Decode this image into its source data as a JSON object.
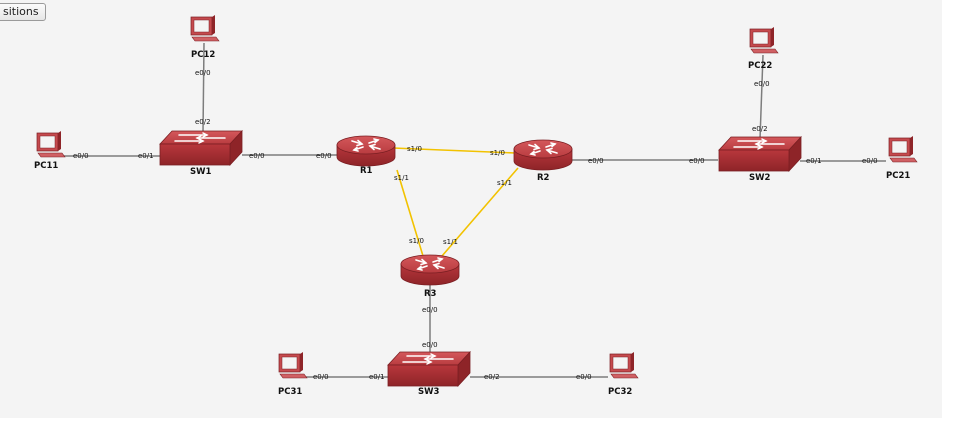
{
  "toolbar": {
    "positions_label": "sitions"
  },
  "colors": {
    "ethernet_link": "#7d7d7d",
    "serial_link": "#f2c200",
    "device_red": "#c9474a",
    "background": "#f4f4f4"
  },
  "devices": {
    "R1": "R1",
    "R2": "R2",
    "R3": "R3",
    "SW1": "SW1",
    "SW2": "SW2",
    "SW3": "SW3",
    "PC11": "PC11",
    "PC12": "PC12",
    "PC21": "PC21",
    "PC22": "PC22",
    "PC31": "PC31",
    "PC32": "PC32"
  },
  "links": {
    "pc12_sw1": {
      "a": "e0/0",
      "b": "e0/2"
    },
    "pc11_sw1": {
      "a": "e0/0",
      "b": "e0/1"
    },
    "sw1_r1": {
      "a": "e0/0",
      "b": "e0/0"
    },
    "r1_r2": {
      "a": "s1/0",
      "b": "s1/0"
    },
    "r1_r3": {
      "a": "s1/1",
      "b": "s1/0"
    },
    "r2_r3": {
      "a": "s1/1",
      "b": "s1/1"
    },
    "r2_sw2": {
      "a": "e0/0",
      "b": "e0/0"
    },
    "pc22_sw2": {
      "a": "e0/0",
      "b": "e0/2"
    },
    "sw2_pc21": {
      "a": "e0/1",
      "b": "e0/0"
    },
    "r3_sw3": {
      "a": "e0/0",
      "b": "e0/0"
    },
    "pc31_sw3": {
      "a": "e0/0",
      "b": "e0/1"
    },
    "sw3_pc32": {
      "a": "e0/2",
      "b": "e0/0"
    }
  }
}
